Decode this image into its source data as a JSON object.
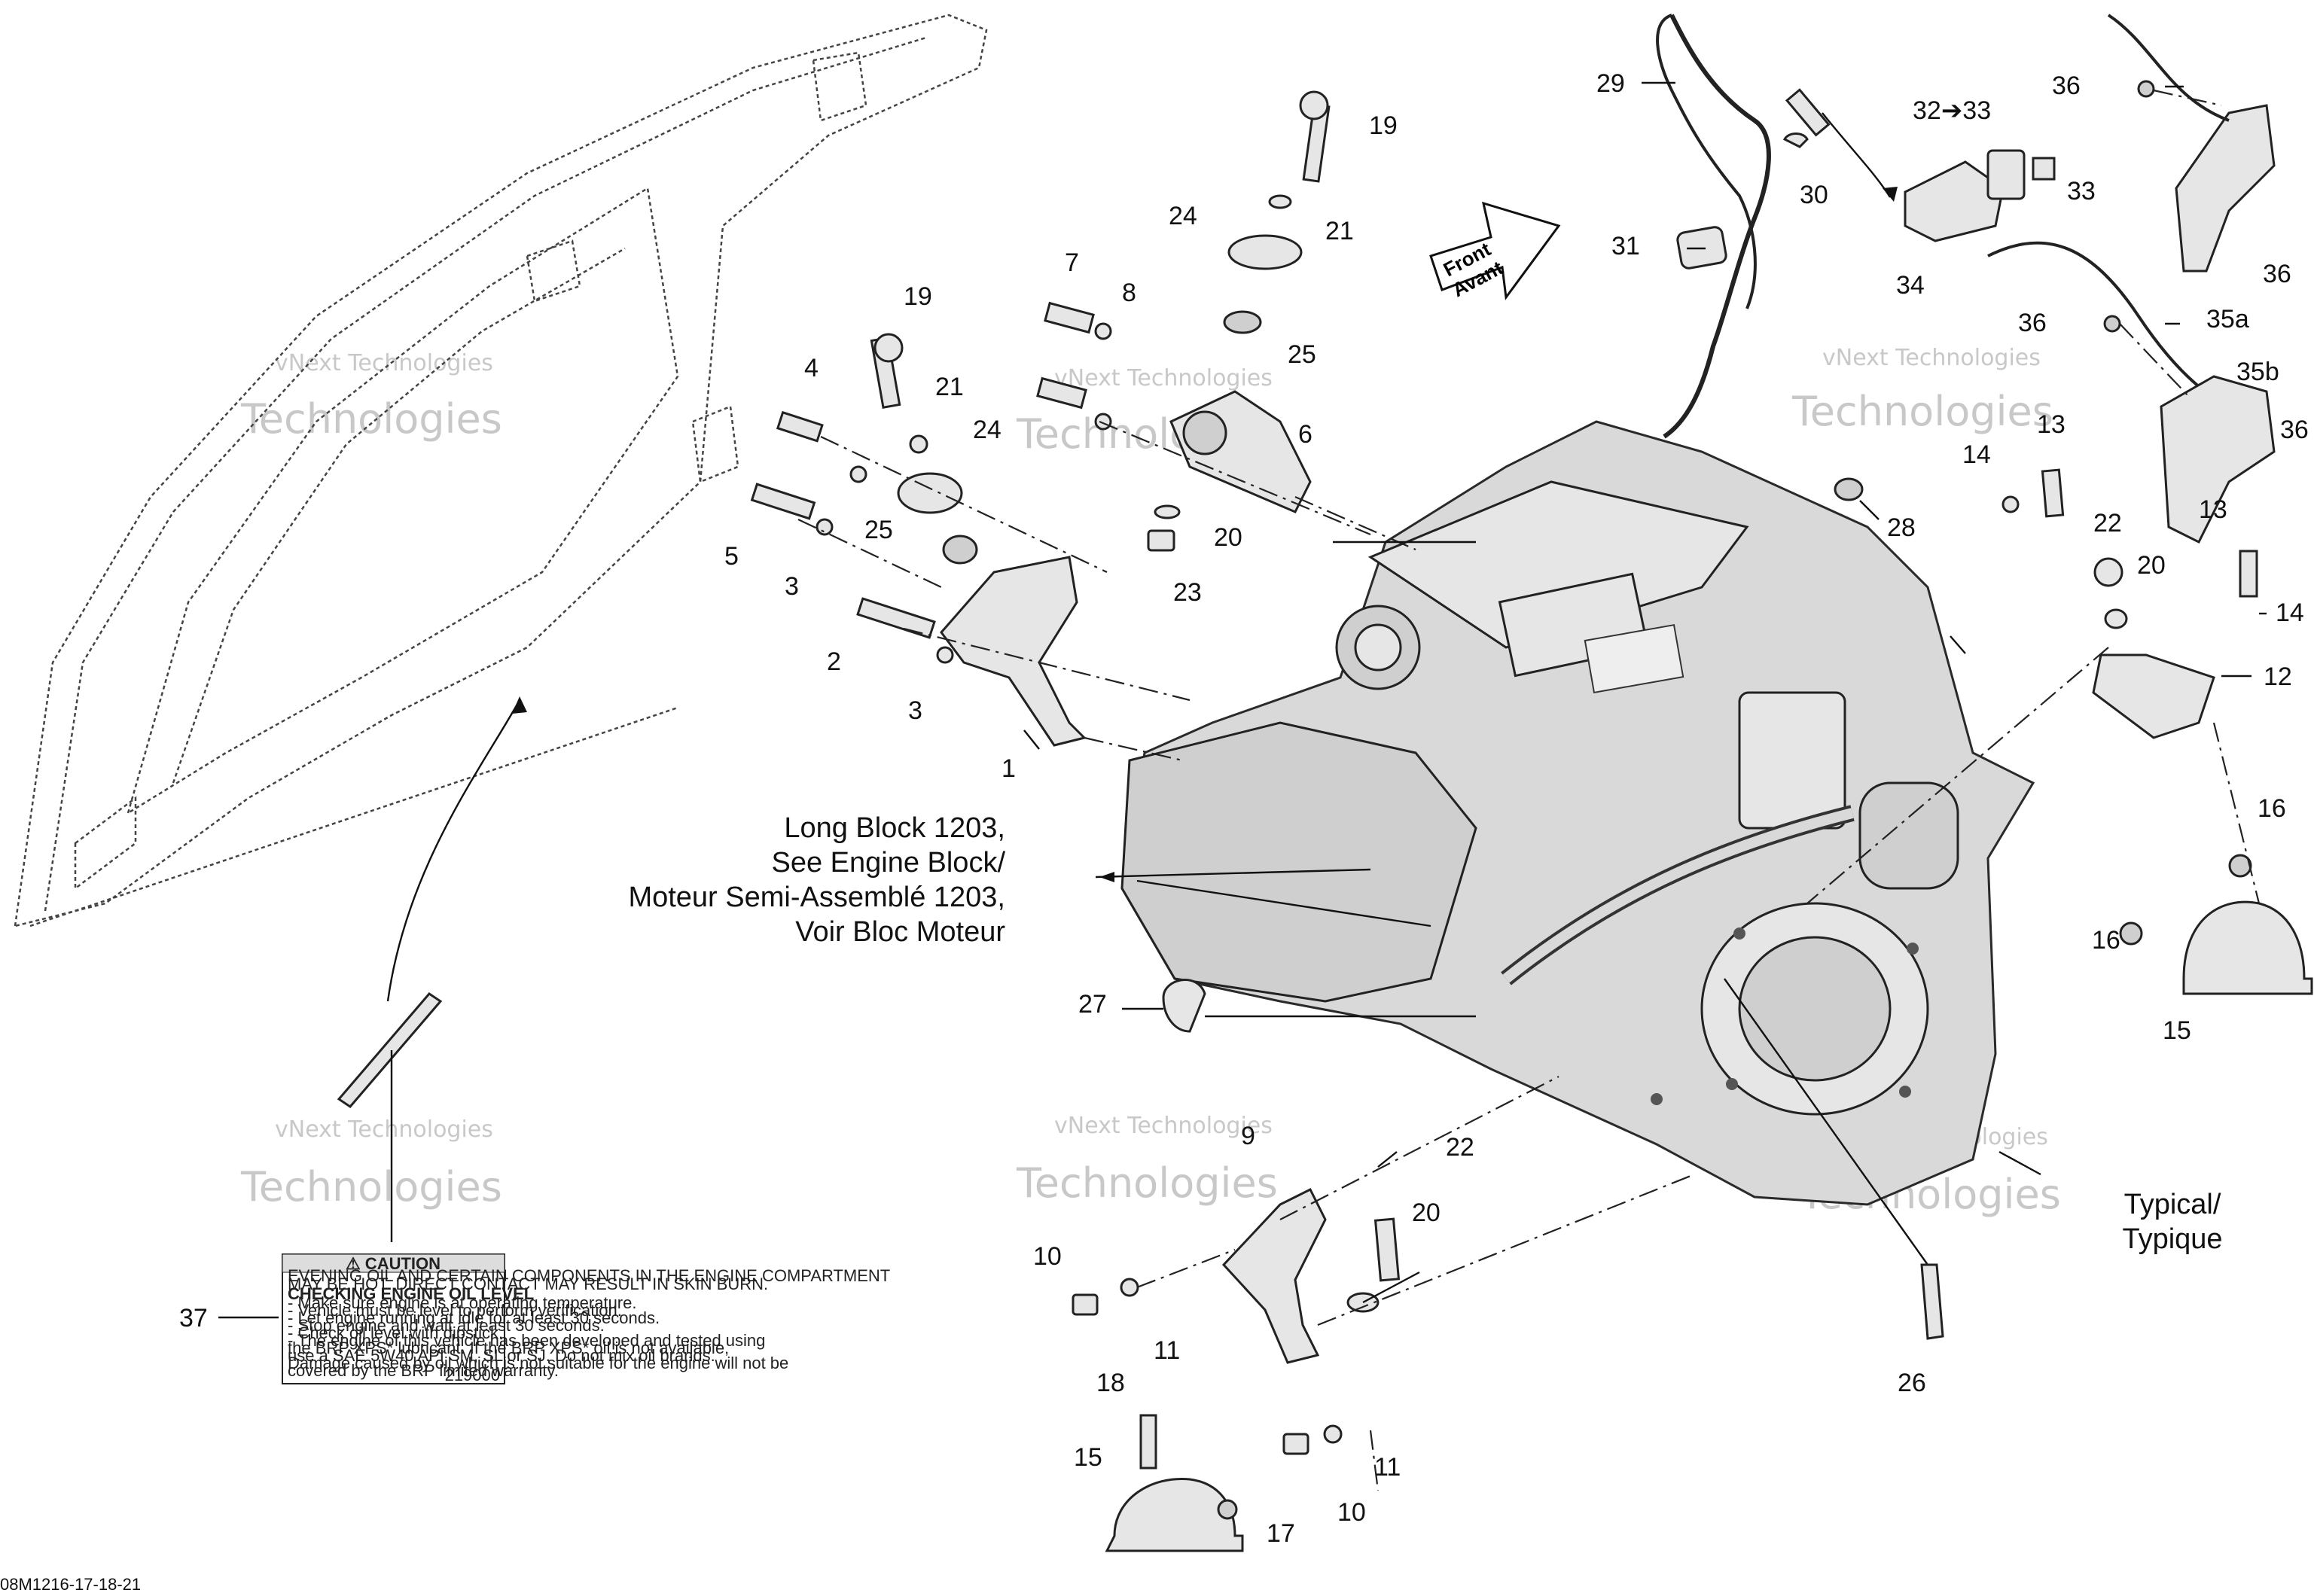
{
  "figure_id": "08M1216-17-18-21",
  "watermark": {
    "line1": "vNext Technologies",
    "line2": "Technologies"
  },
  "callouts": {
    "long_block": [
      "Long Block 1203,",
      "See Engine Block/",
      "Moteur Semi-Assemblé 1203,",
      "Voir Bloc Moteur"
    ],
    "typical": [
      "Typical/",
      "Typique"
    ],
    "front": [
      "Front",
      "Avant"
    ]
  },
  "caution_label": {
    "title": "⚠ CAUTION",
    "lines": [
      "EVENING OIL AND CERTAIN COMPONENTS IN THE ENGINE COMPARTMENT",
      "MAY BE HOT. DIRECT CONTACT MAY RESULT IN SKIN BURN.",
      "CHECKING ENGINE OIL LEVEL",
      "- Make sure engine is at operating temperature.",
      "- Vehicle must be level to perform verification.",
      "- Let engine running at idle for at least 30 seconds.",
      "- Stop engine and wait at least 30 seconds.",
      "- Check oil level with dipstick.",
      "- The engine of this vehicle has been developed and tested using",
      "  the BRP XPS* lubricant. If the BRP XPS* oil is not available,",
      "  use a SAE 5W40 API SM, SL or SJ. Do not mix oil brands.",
      "  Damage caused by oil which is not suitable for the engine will not be",
      "  covered by the BRP limited warranty."
    ],
    "code": "219000"
  },
  "part_numbers": {
    "n1": "1",
    "n2": "2",
    "n3a": "3",
    "n3b": "3",
    "n4": "4",
    "n5": "5",
    "n6": "6",
    "n7": "7",
    "n8": "8",
    "n9": "9",
    "n10a": "10",
    "n10b": "10",
    "n11a": "11",
    "n11b": "11",
    "n12": "12",
    "n13a": "13",
    "n13b": "13",
    "n14a": "14",
    "n14b": "14",
    "n15a": "15",
    "n15b": "15",
    "n16a": "16",
    "n16b": "16",
    "n17": "17",
    "n18": "18",
    "n19a": "19",
    "n19b": "19",
    "n20a": "20",
    "n20b": "20",
    "n20c": "20",
    "n21a": "21",
    "n21b": "21",
    "n22a": "22",
    "n22b": "22",
    "n23": "23",
    "n24a": "24",
    "n24b": "24",
    "n25a": "25",
    "n25b": "25",
    "n26": "26",
    "n27": "27",
    "n28": "28",
    "n29": "29",
    "n30": "30",
    "n31": "31",
    "n3233": "32➔33",
    "n33": "33",
    "n34": "34",
    "n35a": "35a",
    "n35b": "35b",
    "n36a": "36",
    "n36b": "36",
    "n36c": "36",
    "n36d": "36",
    "n37": "37"
  },
  "colors": {
    "line": "#111111",
    "part_fill": "#e6e6e6",
    "engine_fill": "#d9d9d9",
    "watermark": "#c8c8c8"
  }
}
